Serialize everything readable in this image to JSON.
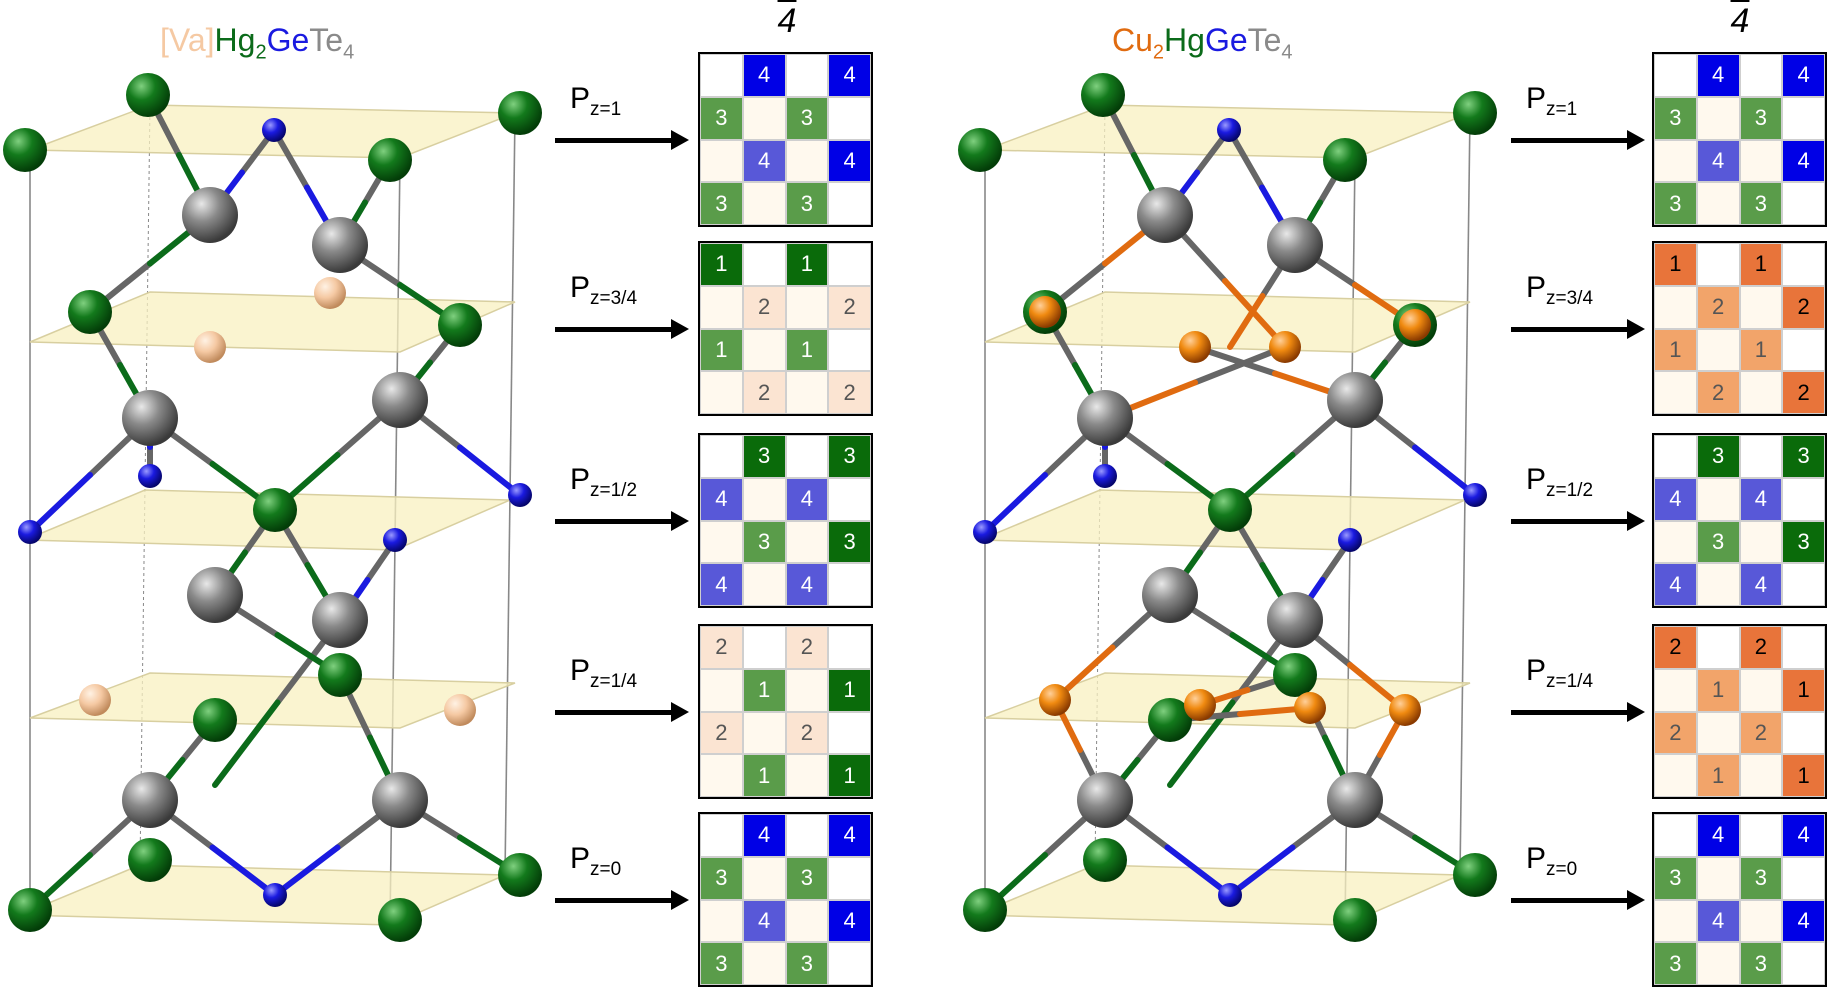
{
  "colors": {
    "vacancy": "#f5c9a3",
    "hg": "#0b6b1a",
    "ge": "#1a1ae0",
    "te": "#8a8a8a",
    "cu": "#e06b10",
    "plane": "#f8f0c0",
    "dark_green": "#0a6b0a",
    "mid_green": "#5a9c4a",
    "blue": "#0000e6",
    "lavender": "#5858d8",
    "peach": "#fbe4d2",
    "orange": "#e8743a",
    "light_orange": "#f2a46a"
  },
  "panels": [
    {
      "id": "left",
      "formula": {
        "part1": "[Va]",
        "part2": "Hg",
        "sub2": "2",
        "part3": "Ge",
        "part4": "Te",
        "sub4": "4"
      },
      "symmetry": "4",
      "layers": [
        {
          "label_main": "P",
          "label_sub": "z=1",
          "cells": [
            [
              "empty",
              ""
            ],
            [
              "blue",
              "4"
            ],
            [
              "empty",
              ""
            ],
            [
              "blue",
              "4"
            ],
            [
              "mid-green",
              "3"
            ],
            [
              "pale",
              ""
            ],
            [
              "mid-green",
              "3"
            ],
            [
              "empty",
              ""
            ],
            [
              "pale",
              ""
            ],
            [
              "lavender",
              "4"
            ],
            [
              "pale",
              ""
            ],
            [
              "blue",
              "4"
            ],
            [
              "mid-green",
              "3"
            ],
            [
              "pale",
              ""
            ],
            [
              "mid-green",
              "3"
            ],
            [
              "empty",
              ""
            ]
          ]
        },
        {
          "label_main": "P",
          "label_sub": "z=3/4",
          "cells": [
            [
              "dark-green",
              "1"
            ],
            [
              "empty",
              ""
            ],
            [
              "dark-green",
              "1"
            ],
            [
              "empty",
              ""
            ],
            [
              "pale",
              ""
            ],
            [
              "peach",
              "2"
            ],
            [
              "pale",
              ""
            ],
            [
              "peach",
              "2"
            ],
            [
              "mid-green",
              "1"
            ],
            [
              "pale",
              ""
            ],
            [
              "mid-green",
              "1"
            ],
            [
              "empty",
              ""
            ],
            [
              "pale",
              ""
            ],
            [
              "peach",
              "2"
            ],
            [
              "pale",
              ""
            ],
            [
              "peach",
              "2"
            ]
          ]
        },
        {
          "label_main": "P",
          "label_sub": "z=1/2",
          "cells": [
            [
              "empty",
              ""
            ],
            [
              "dark-green",
              "3"
            ],
            [
              "empty",
              ""
            ],
            [
              "dark-green",
              "3"
            ],
            [
              "lavender",
              "4"
            ],
            [
              "pale",
              ""
            ],
            [
              "lavender",
              "4"
            ],
            [
              "empty",
              ""
            ],
            [
              "pale",
              ""
            ],
            [
              "mid-green",
              "3"
            ],
            [
              "pale",
              ""
            ],
            [
              "dark-green",
              "3"
            ],
            [
              "lavender",
              "4"
            ],
            [
              "pale",
              ""
            ],
            [
              "lavender",
              "4"
            ],
            [
              "empty",
              ""
            ]
          ]
        },
        {
          "label_main": "P",
          "label_sub": "z=1/4",
          "cells": [
            [
              "peach",
              "2"
            ],
            [
              "empty",
              ""
            ],
            [
              "peach",
              "2"
            ],
            [
              "empty",
              ""
            ],
            [
              "pale",
              ""
            ],
            [
              "mid-green",
              "1"
            ],
            [
              "pale",
              ""
            ],
            [
              "dark-green",
              "1"
            ],
            [
              "peach",
              "2"
            ],
            [
              "pale",
              ""
            ],
            [
              "peach",
              "2"
            ],
            [
              "empty",
              ""
            ],
            [
              "pale",
              ""
            ],
            [
              "mid-green",
              "1"
            ],
            [
              "pale",
              ""
            ],
            [
              "dark-green",
              "1"
            ]
          ]
        },
        {
          "label_main": "P",
          "label_sub": "z=0",
          "cells": [
            [
              "empty",
              ""
            ],
            [
              "blue",
              "4"
            ],
            [
              "empty",
              ""
            ],
            [
              "blue",
              "4"
            ],
            [
              "mid-green",
              "3"
            ],
            [
              "pale",
              ""
            ],
            [
              "mid-green",
              "3"
            ],
            [
              "empty",
              ""
            ],
            [
              "pale",
              ""
            ],
            [
              "lavender",
              "4"
            ],
            [
              "pale",
              ""
            ],
            [
              "blue",
              "4"
            ],
            [
              "mid-green",
              "3"
            ],
            [
              "pale",
              ""
            ],
            [
              "mid-green",
              "3"
            ],
            [
              "empty",
              ""
            ]
          ]
        }
      ]
    },
    {
      "id": "right",
      "formula": {
        "part1": "Cu",
        "sub1": "2",
        "part2": "Hg",
        "part3": "Ge",
        "part4": "Te",
        "sub4": "4"
      },
      "symmetry": "4",
      "layers": [
        {
          "label_main": "P",
          "label_sub": "z=1",
          "cells": [
            [
              "empty",
              ""
            ],
            [
              "blue",
              "4"
            ],
            [
              "empty",
              ""
            ],
            [
              "blue",
              "4"
            ],
            [
              "mid-green",
              "3"
            ],
            [
              "pale",
              ""
            ],
            [
              "mid-green",
              "3"
            ],
            [
              "empty",
              ""
            ],
            [
              "pale",
              ""
            ],
            [
              "lavender",
              "4"
            ],
            [
              "pale",
              ""
            ],
            [
              "blue",
              "4"
            ],
            [
              "mid-green",
              "3"
            ],
            [
              "pale",
              ""
            ],
            [
              "mid-green",
              "3"
            ],
            [
              "empty",
              ""
            ]
          ]
        },
        {
          "label_main": "P",
          "label_sub": "z=3/4",
          "cells": [
            [
              "orange",
              "1"
            ],
            [
              "empty",
              ""
            ],
            [
              "orange",
              "1"
            ],
            [
              "empty",
              ""
            ],
            [
              "pale",
              ""
            ],
            [
              "light-orange",
              "2"
            ],
            [
              "pale",
              ""
            ],
            [
              "orange",
              "2"
            ],
            [
              "light-orange",
              "1"
            ],
            [
              "pale",
              ""
            ],
            [
              "light-orange",
              "1"
            ],
            [
              "empty",
              ""
            ],
            [
              "pale",
              ""
            ],
            [
              "light-orange",
              "2"
            ],
            [
              "pale",
              ""
            ],
            [
              "orange",
              "2"
            ]
          ]
        },
        {
          "label_main": "P",
          "label_sub": "z=1/2",
          "cells": [
            [
              "empty",
              ""
            ],
            [
              "dark-green",
              "3"
            ],
            [
              "empty",
              ""
            ],
            [
              "dark-green",
              "3"
            ],
            [
              "lavender",
              "4"
            ],
            [
              "pale",
              ""
            ],
            [
              "lavender",
              "4"
            ],
            [
              "empty",
              ""
            ],
            [
              "pale",
              ""
            ],
            [
              "mid-green",
              "3"
            ],
            [
              "pale",
              ""
            ],
            [
              "dark-green",
              "3"
            ],
            [
              "lavender",
              "4"
            ],
            [
              "pale",
              ""
            ],
            [
              "lavender",
              "4"
            ],
            [
              "empty",
              ""
            ]
          ]
        },
        {
          "label_main": "P",
          "label_sub": "z=1/4",
          "cells": [
            [
              "orange",
              "2"
            ],
            [
              "empty",
              ""
            ],
            [
              "orange",
              "2"
            ],
            [
              "empty",
              ""
            ],
            [
              "pale",
              ""
            ],
            [
              "light-orange",
              "1"
            ],
            [
              "pale",
              ""
            ],
            [
              "orange",
              "1"
            ],
            [
              "light-orange",
              "2"
            ],
            [
              "pale",
              ""
            ],
            [
              "light-orange",
              "2"
            ],
            [
              "empty",
              ""
            ],
            [
              "pale",
              ""
            ],
            [
              "light-orange",
              "1"
            ],
            [
              "pale",
              ""
            ],
            [
              "orange",
              "1"
            ]
          ]
        },
        {
          "label_main": "P",
          "label_sub": "z=0",
          "cells": [
            [
              "empty",
              ""
            ],
            [
              "blue",
              "4"
            ],
            [
              "empty",
              ""
            ],
            [
              "blue",
              "4"
            ],
            [
              "mid-green",
              "3"
            ],
            [
              "pale",
              ""
            ],
            [
              "mid-green",
              "3"
            ],
            [
              "empty",
              ""
            ],
            [
              "pale",
              ""
            ],
            [
              "lavender",
              "4"
            ],
            [
              "pale",
              ""
            ],
            [
              "blue",
              "4"
            ],
            [
              "mid-green",
              "3"
            ],
            [
              "pale",
              ""
            ],
            [
              "mid-green",
              "3"
            ],
            [
              "empty",
              ""
            ]
          ]
        }
      ]
    }
  ]
}
